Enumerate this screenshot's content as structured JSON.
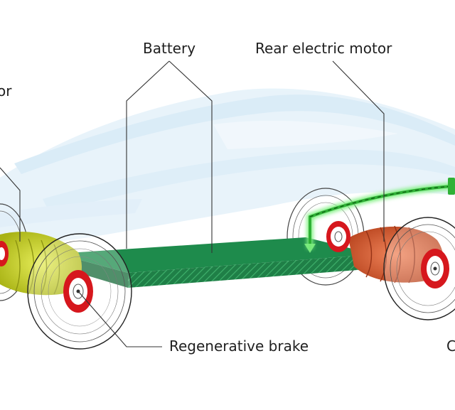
{
  "labels": {
    "battery": "Battery",
    "rear_motor": "Rear electric motor",
    "front_motor_fragment": "or",
    "regen_brake": "Regenerative brake",
    "right_cut_fragment": "C"
  },
  "colors": {
    "background": "#ffffff",
    "body_ghost": "#cfe6f5",
    "battery": "#1e8b4c",
    "battery_dark": "#166a39",
    "front_motor": "#c9d22a",
    "rear_motor": "#d0562c",
    "brake_disc": "#d6171d",
    "charge_cable": "#35c43a",
    "leader_line": "#333333"
  }
}
